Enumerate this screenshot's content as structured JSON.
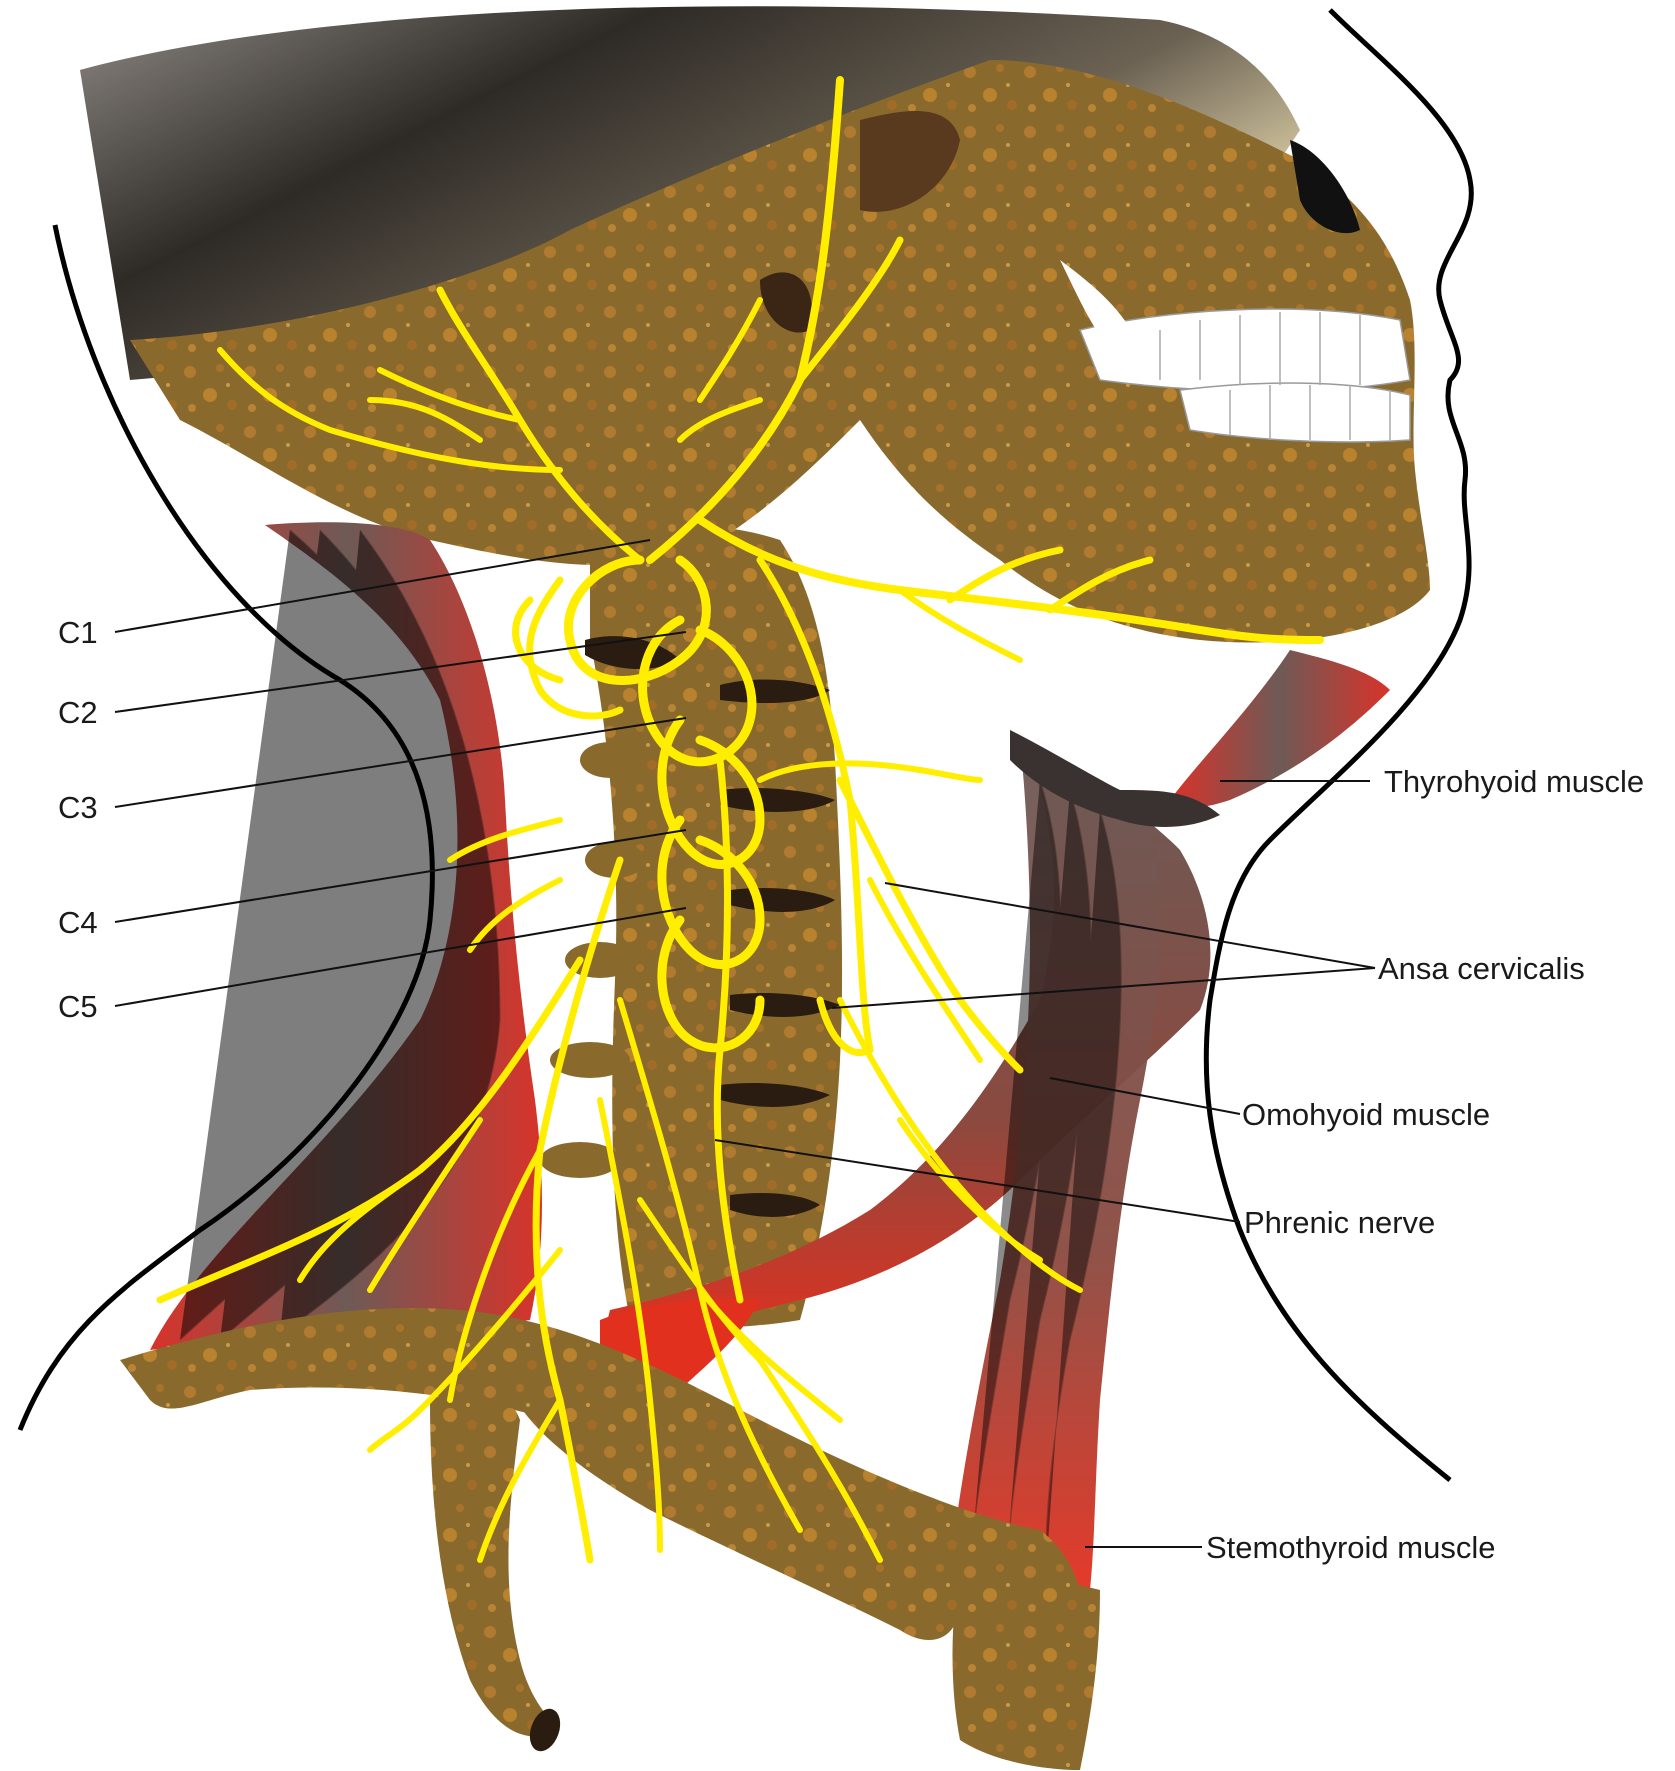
{
  "labels": {
    "c1": "C1",
    "c2": "C2",
    "c3": "C3",
    "c4": "C4",
    "c5": "C5",
    "thyrohyoid": "Thyrohyoid muscle",
    "ansa": "Ansa cervicalis",
    "omohyoid": "Omohyoid muscle",
    "phrenic": "Phrenic nerve",
    "sternothyroid": "Stemothyroid muscle"
  },
  "colors": {
    "bone": "#8a6a2c",
    "bone_spot": "#b07a30",
    "nerve": "#ffee00",
    "muscle_red": "#d8332a",
    "muscle_gray": "#6e5a56",
    "outline": "#000000",
    "teeth": "#ffffff"
  }
}
